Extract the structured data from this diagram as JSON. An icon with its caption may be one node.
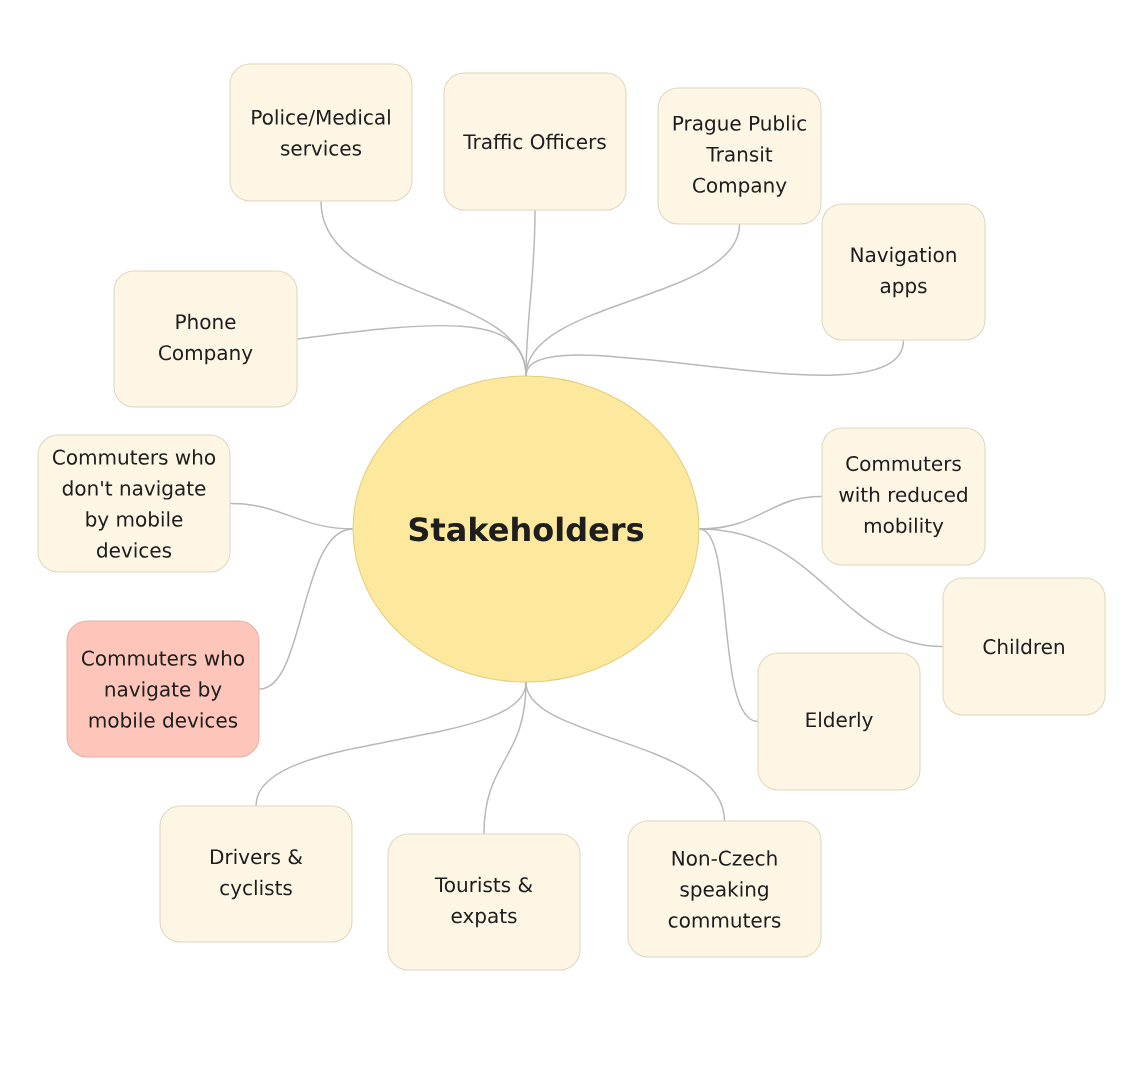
{
  "diagram": {
    "nodes": [
      {
        "text": [
          "Stakeholders"
        ]
      },
      {
        "text": [
          "Police/Medical services"
        ]
      },
      {
        "text": [
          "Traffic Officers"
        ]
      },
      {
        "text": [
          "Prague Public Transit Company"
        ]
      },
      {
        "text": [
          "Navigation apps"
        ]
      },
      {
        "text": [
          "Phone Company"
        ]
      },
      {
        "text": [
          "Commuters who don't navigate by mobile devices"
        ]
      },
      {
        "text": [
          "Commuters with reduced mobility"
        ]
      },
      {
        "text": [
          "Commuters who navigate by mobile devices"
        ]
      },
      {
        "text": [
          "Children"
        ]
      },
      {
        "text": [
          "Elderly"
        ]
      },
      {
        "text": [
          "Drivers & cyclists"
        ]
      },
      {
        "text": [
          "Tourists & expats"
        ]
      },
      {
        "text": [
          "Non-Czech speaking commuters"
        ]
      }
    ],
    "edges": [
      {
        "from": 0,
        "to": 1,
        "arrow": "none"
      },
      {
        "from": 0,
        "to": 2,
        "arrow": "none"
      },
      {
        "from": 0,
        "to": 3,
        "arrow": "none"
      },
      {
        "from": 0,
        "to": 4,
        "arrow": "none"
      },
      {
        "from": 0,
        "to": 5,
        "arrow": "none"
      },
      {
        "from": 0,
        "to": 6,
        "arrow": "none"
      },
      {
        "from": 0,
        "to": 7,
        "arrow": "none"
      },
      {
        "from": 0,
        "to": 8,
        "arrow": "none"
      },
      {
        "from": 0,
        "to": 9,
        "arrow": "none"
      },
      {
        "from": 0,
        "to": 10,
        "arrow": "none"
      },
      {
        "from": 0,
        "to": 11,
        "arrow": "none"
      },
      {
        "from": 0,
        "to": 12,
        "arrow": "none"
      },
      {
        "from": 0,
        "to": 13,
        "arrow": "none"
      }
    ]
  }
}
